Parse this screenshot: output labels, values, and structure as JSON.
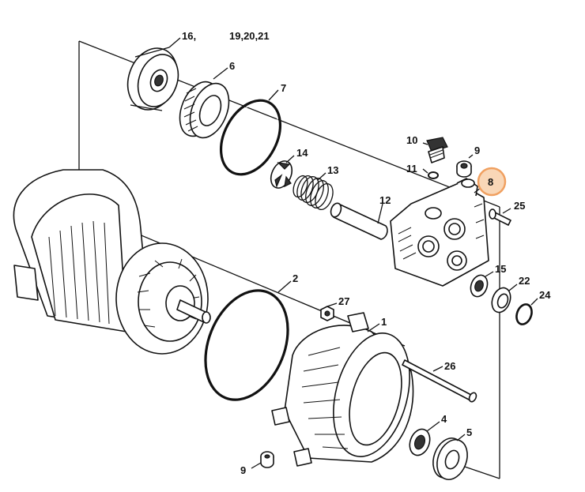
{
  "callouts": {
    "c16": "16,",
    "c19": "19,20,21",
    "c6": "6",
    "c7": "7",
    "c14": "14",
    "c13": "13",
    "c12": "12",
    "c10": "10",
    "c9a": "9",
    "c11": "11",
    "c8": "8",
    "c25": "25",
    "c15": "15",
    "c22": "22",
    "c24": "24",
    "c2": "2",
    "c27": "27",
    "c1": "1",
    "c26": "26",
    "c4": "4",
    "c5": "5",
    "c9b": "9"
  },
  "highlight": {
    "label": "8",
    "color": "#f0a060"
  },
  "colors": {
    "line": "#111111",
    "background": "#ffffff"
  }
}
